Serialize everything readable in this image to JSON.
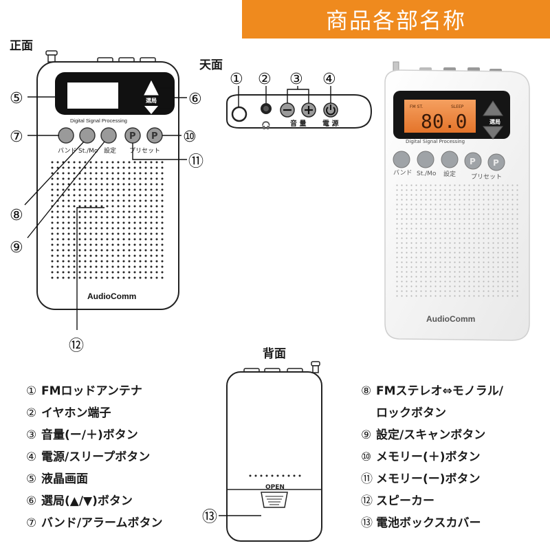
{
  "banner_title": "商品各部名称",
  "sections": {
    "front": "正面",
    "top": "天面",
    "back": "背面"
  },
  "device": {
    "brand": "AudioComm",
    "lcd_caption": "Digital Signal Processing",
    "tuning_label": "選局",
    "buttons": {
      "band": "バンド",
      "stmo": "St./Mo",
      "setting": "設定",
      "preset": "プリセット",
      "preset_glyph": "P"
    },
    "lcd_display": {
      "band": "FM ST.",
      "sleep": "SLEEP",
      "frequency": "80.0"
    },
    "top_labels": {
      "headphone_glyph": "🎧",
      "volume": "音 量",
      "power": "電 源"
    },
    "battery_open": "OPEN"
  },
  "callout_numbers": [
    "①",
    "②",
    "③",
    "④",
    "⑤",
    "⑥",
    "⑦",
    "⑧",
    "⑨",
    "⑩",
    "⑪",
    "⑫",
    "⑬"
  ],
  "legend_left": [
    {
      "num": "①",
      "text": "FMロッドアンテナ"
    },
    {
      "num": "②",
      "text": "イヤホン端子"
    },
    {
      "num": "③",
      "text": "音量(ー/＋)ボタン"
    },
    {
      "num": "④",
      "text": "電源/スリープボタン"
    },
    {
      "num": "⑤",
      "text": "液晶画面"
    },
    {
      "num": "⑥",
      "text": "選局(▲/▼)ボタン"
    },
    {
      "num": "⑦",
      "text": "バンド/アラームボタン"
    }
  ],
  "legend_right": [
    {
      "num": "⑧",
      "text": "FMステレオ⇔モノラル/",
      "cont": "ロックボタン"
    },
    {
      "num": "⑨",
      "text": "設定/スキャンボタン"
    },
    {
      "num": "⑩",
      "text": "メモリー(＋)ボタン"
    },
    {
      "num": "⑪",
      "text": "メモリー(ー)ボタン"
    },
    {
      "num": "⑫",
      "text": "スピーカー"
    },
    {
      "num": "⑬",
      "text": "電池ボックスカバー"
    }
  ],
  "colors": {
    "banner": "#ef8a1e",
    "lcd_backlight": "#f08a3a",
    "button_gray": "#9a9a9a",
    "photo_button": "#9fa3a7"
  }
}
